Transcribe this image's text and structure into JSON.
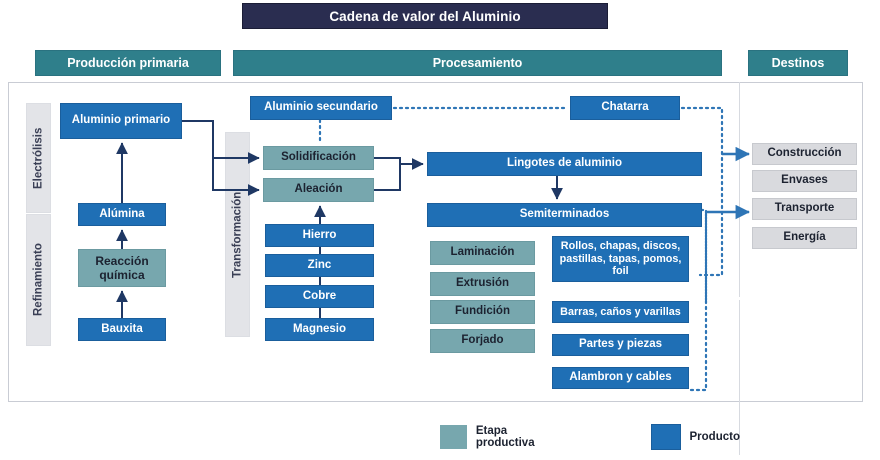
{
  "title": "Cadena de valor del Aluminio",
  "sections": {
    "primaria": "Producción primaria",
    "procesamiento": "Procesamiento",
    "destinos": "Destinos"
  },
  "phases": {
    "electrolisis": "Electrólisis",
    "refinamiento": "Refinamiento",
    "transformacion": "Transformación"
  },
  "primary_chain": {
    "aluminio_primario": "Aluminio primario",
    "alumina": "Alúmina",
    "reaccion_quimica": "Reacción química",
    "bauxita": "Bauxita"
  },
  "processing": {
    "aluminio_secundario": "Aluminio secundario",
    "solidificacion": "Solidificación",
    "aleacion": "Aleación",
    "chatarra": "Chatarra",
    "lingotes": "Lingotes de aluminio",
    "semiterminados": "Semiterminados"
  },
  "alloy_inputs": [
    "Hierro",
    "Zinc",
    "Cobre",
    "Magnesio"
  ],
  "processes": [
    "Laminación",
    "Extrusión",
    "Fundición",
    "Forjado"
  ],
  "products": [
    "Rollos, chapas, discos, pastillas, tapas, pomos, foil",
    "Barras, caños y varillas",
    "Partes y piezas",
    "Alambron y cables"
  ],
  "destinations": [
    "Construcción",
    "Envases",
    "Transporte",
    "Energía"
  ],
  "legend": {
    "stage_label": "Etapa productiva",
    "product_label": "Producto"
  },
  "colors": {
    "title_bg": "#2a2d50",
    "section_bg": "#2f7f8b",
    "product": "#1f6fb5",
    "stage": "#77a7ae",
    "destination": "#d9dade",
    "arrow": "#1f3864",
    "dotted": "#2e75b6"
  }
}
